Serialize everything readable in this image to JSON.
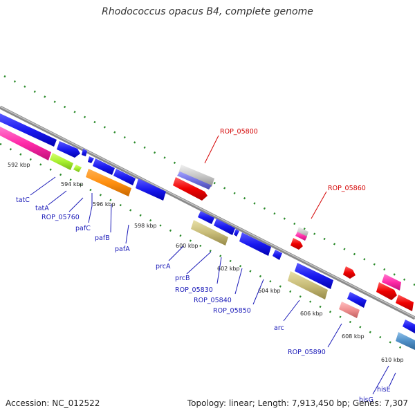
{
  "title": "Rhodococcus opacus B4, complete genome",
  "footer": {
    "accession": "Accession: NC_012522",
    "topology": "Topology: linear; Length: 7,913,450 bp; Genes: 7,307"
  },
  "colors": {
    "backbone": "#8c8c8c",
    "ticks": "#2a8a2a",
    "blue_label": "#1a1ab8",
    "red_label": "#d40000"
  },
  "kbp_labels": [
    "592 kbp",
    "594 kbp",
    "596 kbp",
    "598 kbp",
    "600 kbp",
    "602 kbp",
    "604 kbp",
    "606 kbp",
    "608 kbp",
    "610 kbp"
  ],
  "gene_labels": [
    "tatC",
    "tatA",
    "ROP_05760",
    "pafC",
    "pafB",
    "pafA",
    "prcA",
    "prcB",
    "ROP_05830",
    "ROP_05840",
    "ROP_05850",
    "arc",
    "ROP_05890",
    "hisG",
    "hisE"
  ],
  "highlight_labels": [
    "ROP_05800",
    "ROP_05860"
  ]
}
